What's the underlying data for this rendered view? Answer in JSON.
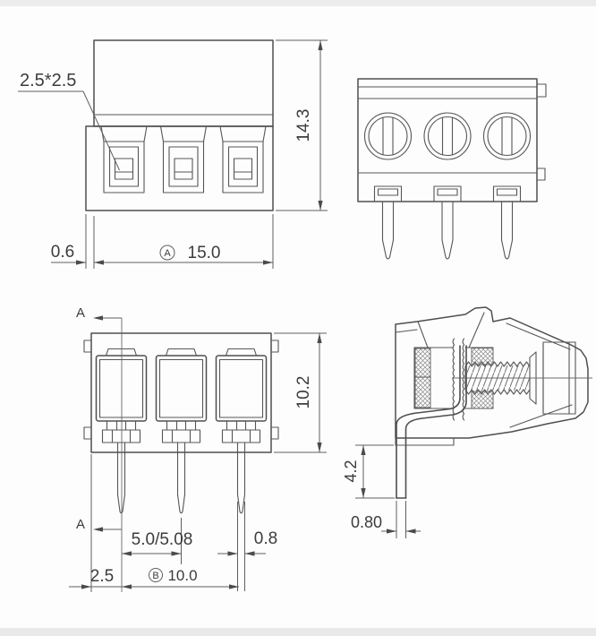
{
  "colors": {
    "line": "#4e4e4e",
    "dimension_line": "#5f5f5f",
    "text": "#3c3c3c",
    "background": "#fdfdfd",
    "edge_band": "#ececec"
  },
  "front_view": {
    "slot_size": "2.5*2.5",
    "total_height": "14.3",
    "wall_offset": "0.6",
    "width_datum_letter": "A",
    "total_width": "15.0"
  },
  "bottom_view": {
    "section_letter_top": "A",
    "section_letter_bottom": "A",
    "body_depth": "10.2",
    "pin_pitch": "5.0/5.08",
    "pin_width": "0.8",
    "edge_to_pin": "2.5",
    "span_datum_letter": "B",
    "pin_span": "10.0"
  },
  "section_view": {
    "pin_protrusion": "4.2",
    "pin_thickness": "0.80"
  }
}
